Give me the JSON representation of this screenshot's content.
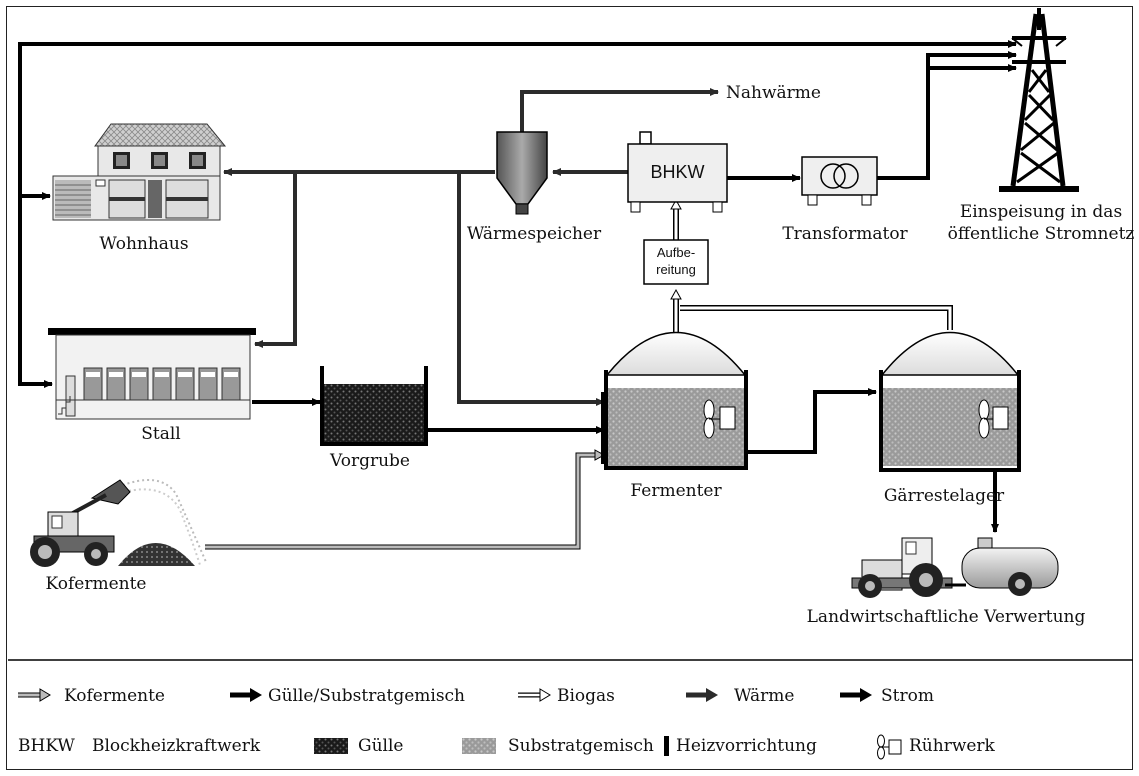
{
  "labels": {
    "wohnhaus": "Wohnhaus",
    "stall": "Stall",
    "vorgrube": "Vorgrube",
    "fermenter": "Fermenter",
    "gaerrestelager": "Gärrestelager",
    "kofermente": "Kofermente",
    "waermespeicher": "Wärmespeicher",
    "bhkw": "BHKW",
    "aufbereitung_1": "Aufbe-",
    "aufbereitung_2": "reitung",
    "transformator": "Transformator",
    "einspeisung_1": "Einspeisung in das",
    "einspeisung_2": "öffentliche Stromnetz",
    "nahwaerme": "Nahwärme",
    "verwertung": "Landwirtschaftliche Verwertung"
  },
  "legend": {
    "kofermente": "Kofermente",
    "guelle_substratgemisch": "Gülle/Substratgemisch",
    "biogas": "Biogas",
    "waerme": "Wärme",
    "strom": "Strom",
    "bhkw_abbr": "BHKW",
    "bhkw_full": "Blockheizkraftwerk",
    "guelle": "Gülle",
    "substratgemisch": "Substratgemisch",
    "heizvorrichtung": "Heizvorrichtung",
    "ruehrwerk": "Rührwerk"
  }
}
